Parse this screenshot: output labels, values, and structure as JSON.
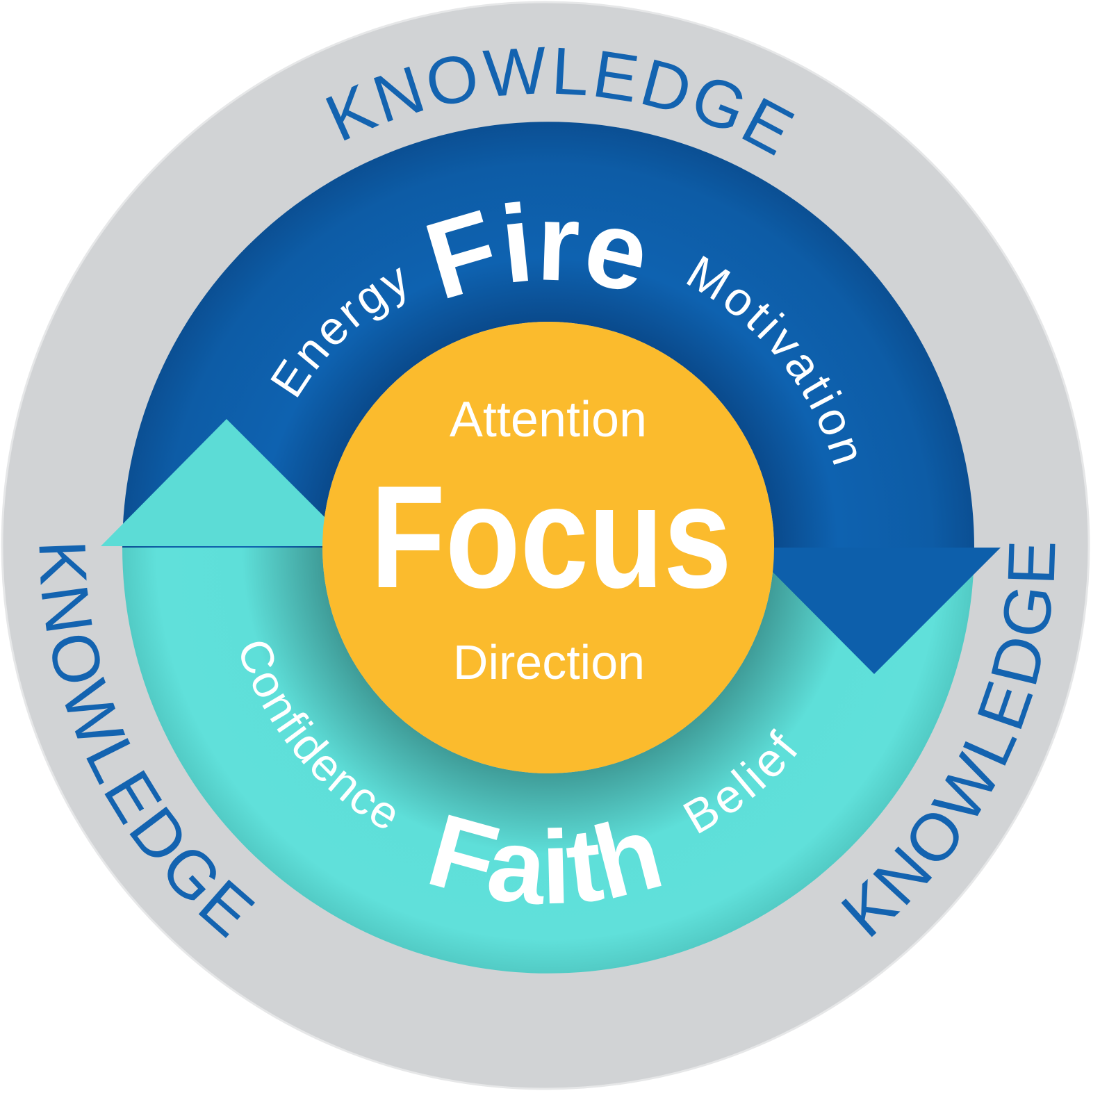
{
  "outer_ring": {
    "labels": [
      "KNOWLEDGE",
      "KNOWLEDGE",
      "KNOWLEDGE"
    ]
  },
  "fire": {
    "title": "Fire",
    "left_label": "Energy",
    "right_label": "Motivation"
  },
  "faith": {
    "title": "Faith",
    "left_label": "Confidence",
    "right_label": "Belief"
  },
  "focus": {
    "title": "Focus",
    "top_label": "Attention",
    "bottom_label": "Direction"
  },
  "colors": {
    "outer_ring": "#d1d3d5",
    "knowledge_text": "#1363b0",
    "fire_arc": "#0e60ad",
    "faith_arc": "#5fdfd9",
    "focus_circle": "#fbbb2d",
    "label_text": "#ffffff"
  }
}
